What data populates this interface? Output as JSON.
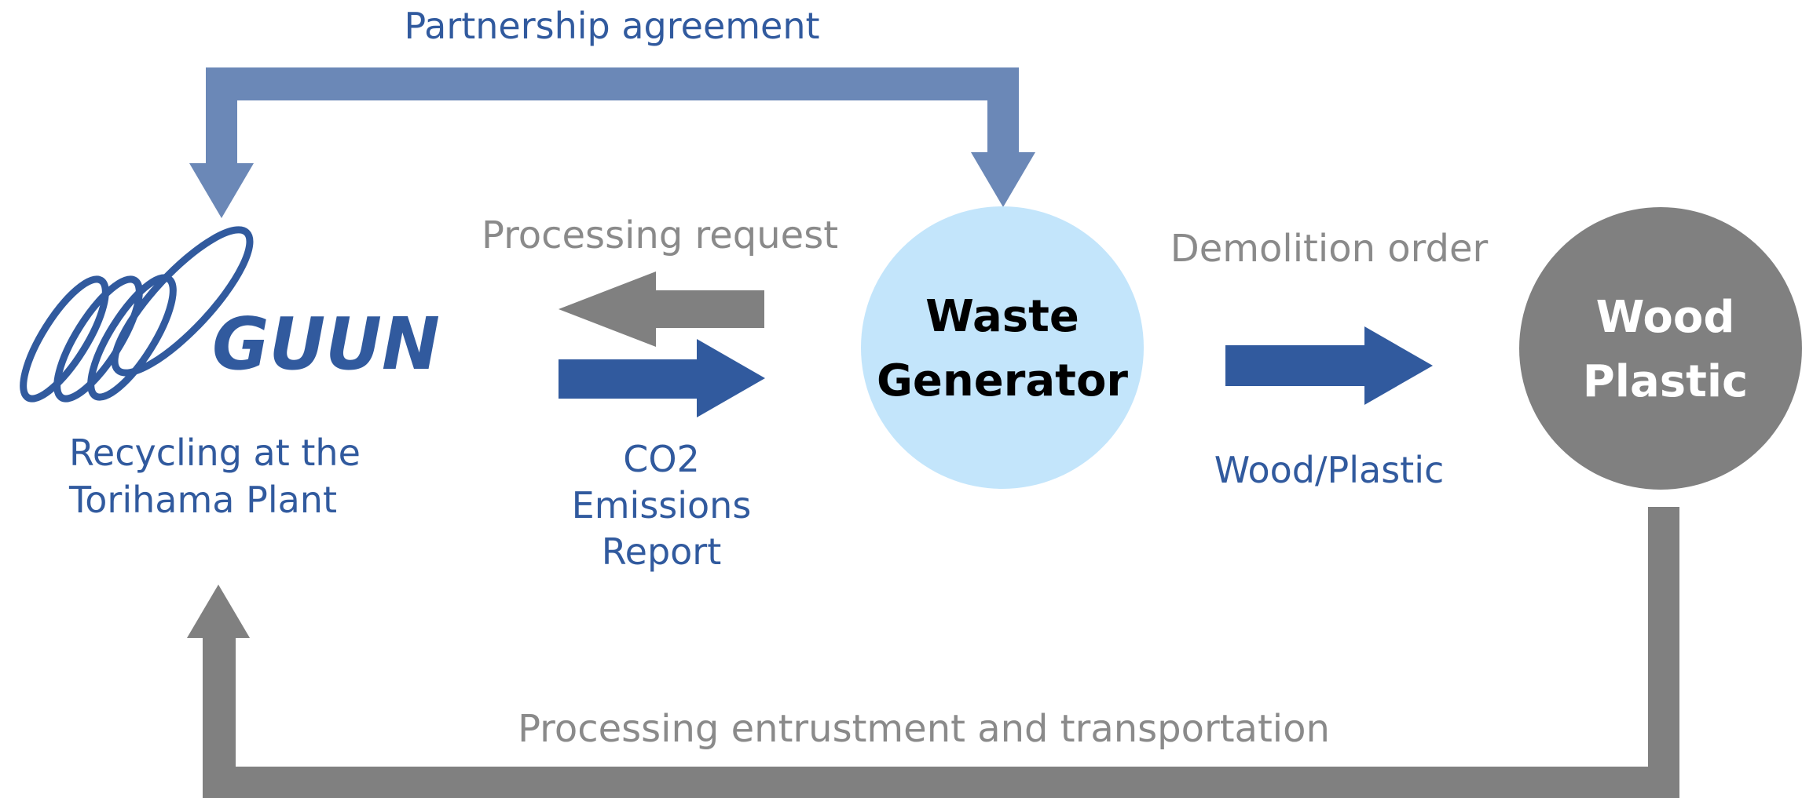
{
  "colors": {
    "blue": "#6b88b7",
    "dark_blue": "#315a9e",
    "gray": "#808080",
    "light_blue": "#c3e5fb",
    "label_gray": "#8a8a8a",
    "white": "#ffffff",
    "black": "#000000"
  },
  "logo": {
    "text": "GUUN",
    "icon": "oval-swirl-logo-icon"
  },
  "labels": {
    "partnership": "Partnership agreement",
    "processing_request": "Processing request",
    "demolition_order": "Demolition order",
    "recycling_line1": "Recycling at the",
    "recycling_line2": "Torihama Plant",
    "co2_line1": "CO2",
    "co2_line2": "Emissions",
    "co2_line3": "Report",
    "wood_plastic_flow": "Wood/Plastic",
    "entrustment": "Processing entrustment and transportation"
  },
  "nodes": {
    "waste_line1": "Waste",
    "waste_line2": "Generator",
    "wood_line1": "Wood",
    "wood_line2": "Plastic"
  }
}
